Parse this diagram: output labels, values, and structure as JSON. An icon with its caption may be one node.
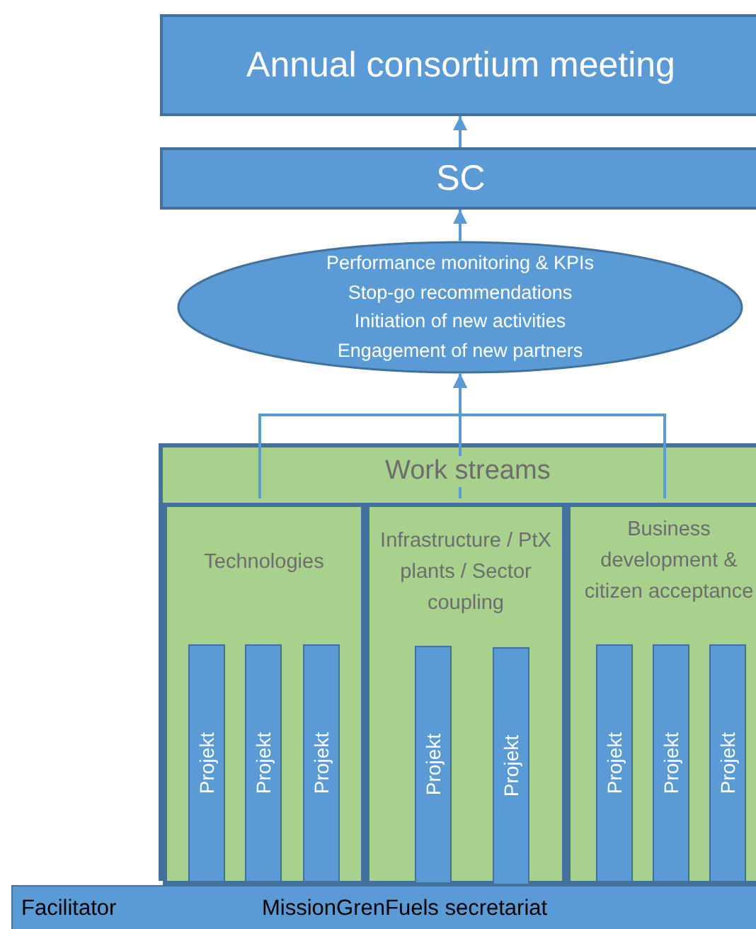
{
  "diagram": {
    "nodes": [
      {
        "text": [
          "Annual consortium meeting"
        ]
      },
      {
        "text": [
          "SC"
        ]
      },
      {
        "text": [
          "Performance monitoring & KPIs",
          "Stop-go recommendations",
          "Initiation of new activities",
          "Engagement of new partners"
        ]
      },
      {
        "text": [
          "Work streams"
        ]
      },
      {
        "text": [
          "Technologies"
        ],
        "in": 3
      },
      {
        "text": [
          "Projekt"
        ],
        "in": 4
      },
      {
        "text": [
          "Projekt"
        ],
        "in": 4
      },
      {
        "text": [
          "Projekt"
        ],
        "in": 4
      },
      {
        "text": [
          "Infrastructure / PtX plants / Sector coupling"
        ],
        "in": 3
      },
      {
        "text": [
          "Projekt"
        ],
        "in": 8
      },
      {
        "text": [
          "Projekt"
        ],
        "in": 8
      },
      {
        "text": [
          "Business development & citizen acceptance"
        ],
        "in": 3
      },
      {
        "text": [
          "Projekt"
        ],
        "in": 11
      },
      {
        "text": [
          "Projekt"
        ],
        "in": 11
      },
      {
        "text": [
          "Projekt"
        ],
        "in": 11
      },
      {
        "text": [
          "Facilitator",
          "MissionGrenFuels secretariat"
        ]
      }
    ],
    "edges": [
      {
        "from": 1,
        "to": 0,
        "arrow": "to"
      },
      {
        "from": 2,
        "to": 1,
        "arrow": "to"
      },
      {
        "from": 4,
        "to": 2,
        "arrow": "to"
      },
      {
        "from": 8,
        "to": 2,
        "arrow": "to"
      },
      {
        "from": 11,
        "to": 2,
        "arrow": "to"
      }
    ]
  }
}
